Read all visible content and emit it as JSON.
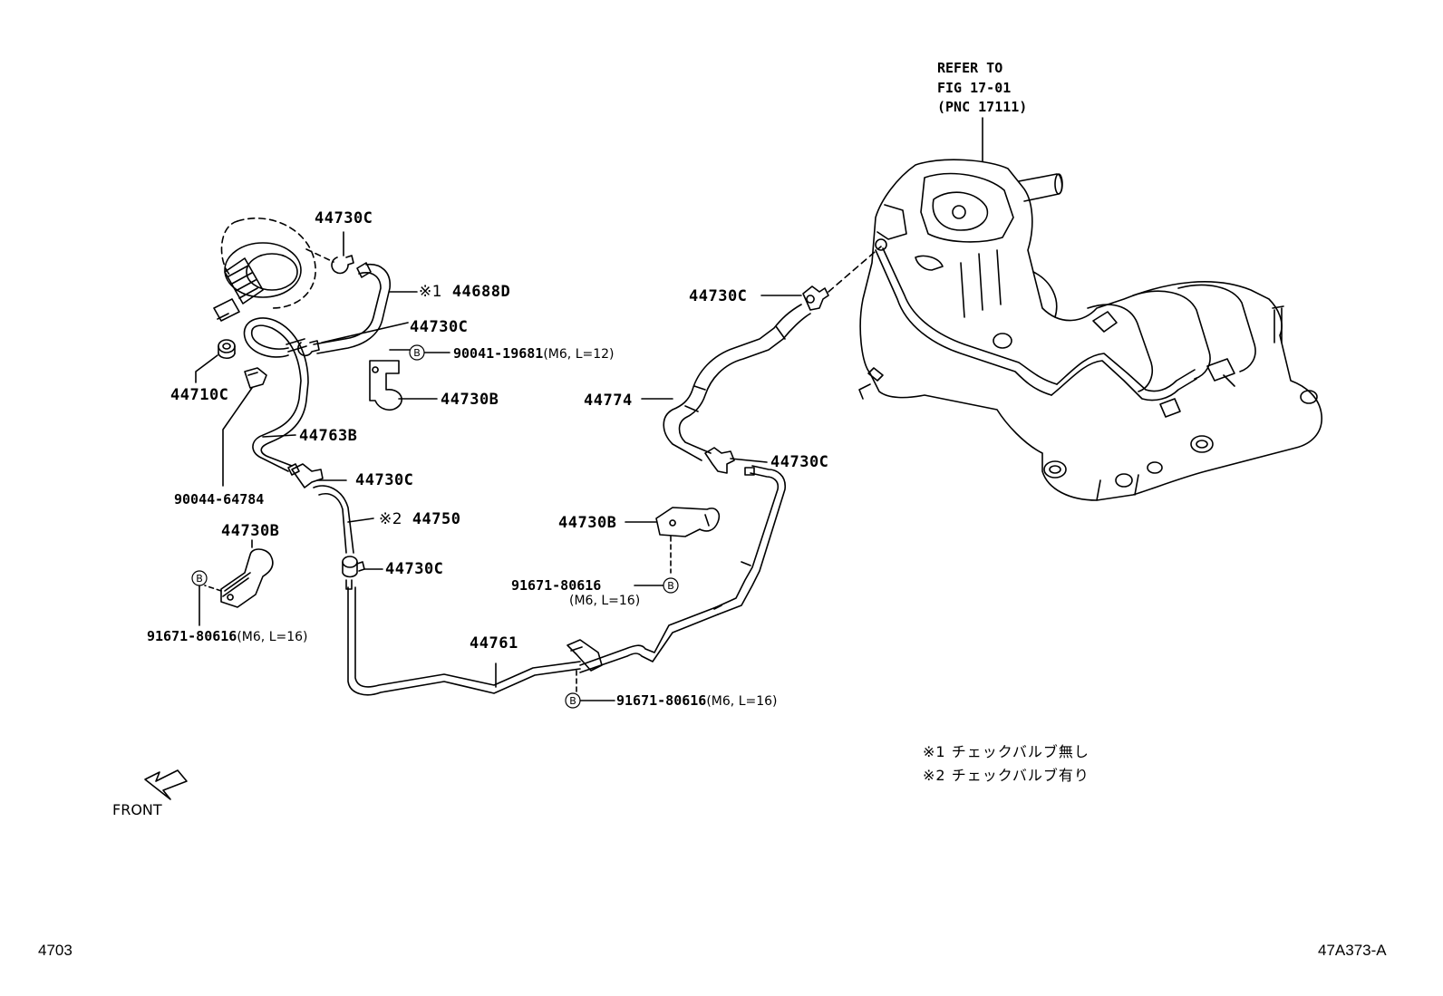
{
  "refer": {
    "line1": "REFER TO",
    "line2": "FIG 17-01",
    "line3": "(PNC 17111)"
  },
  "labels": {
    "p44730C_1": "44730C",
    "p44688D": "44688D",
    "p44688D_mark": "※1",
    "p44730C_2": "44730C",
    "p90041": "90041-19681",
    "p90041_spec": "(M6, L=12)",
    "p44730B_1": "44730B",
    "p44710C": "44710C",
    "p44763B": "44763B",
    "p44730C_3": "44730C",
    "p90044": "90044-64784",
    "p44750": "44750",
    "p44750_mark": "※2",
    "p44730C_4": "44730C",
    "p44730B_2": "44730B",
    "p91671_left": "91671-80616",
    "p91671_left_spec": "(M6, L=16)",
    "p44761": "44761",
    "p91671_bottom": "91671-80616",
    "p91671_bottom_spec": "(M6, L=16)",
    "p44730C_5": "44730C",
    "p44774": "44774",
    "p44730C_6": "44730C",
    "p44730B_3": "44730B",
    "p91671_mid": "91671-80616",
    "p91671_mid_spec": "(M6, L=16)"
  },
  "bolt_marker": "B",
  "notes": [
    {
      "mark": "※1",
      "text": "チェックバルブ無し"
    },
    {
      "mark": "※2",
      "text": "チェックバルブ有り"
    }
  ],
  "front_label": "FRONT",
  "page_code": "4703",
  "figure_code": "47A373-A"
}
